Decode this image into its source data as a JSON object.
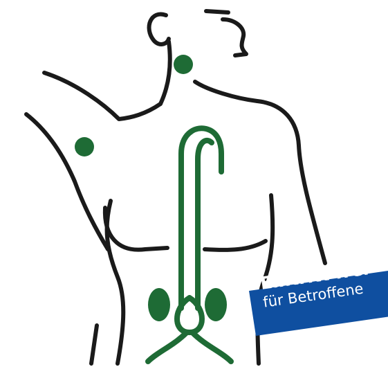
{
  "banner": {
    "line1": "Eintritt frei",
    "line2": "für Betroffene"
  },
  "colors": {
    "outline": "#1a1a1a",
    "accent_green": "#1e6b35",
    "banner_blue": "#0f4fa0",
    "background": "#ffffff"
  },
  "icons": [
    "body-outline",
    "lymph-node-neck",
    "lymph-node-armpit",
    "urinary-tract-cane",
    "kidney-left",
    "kidney-right"
  ]
}
